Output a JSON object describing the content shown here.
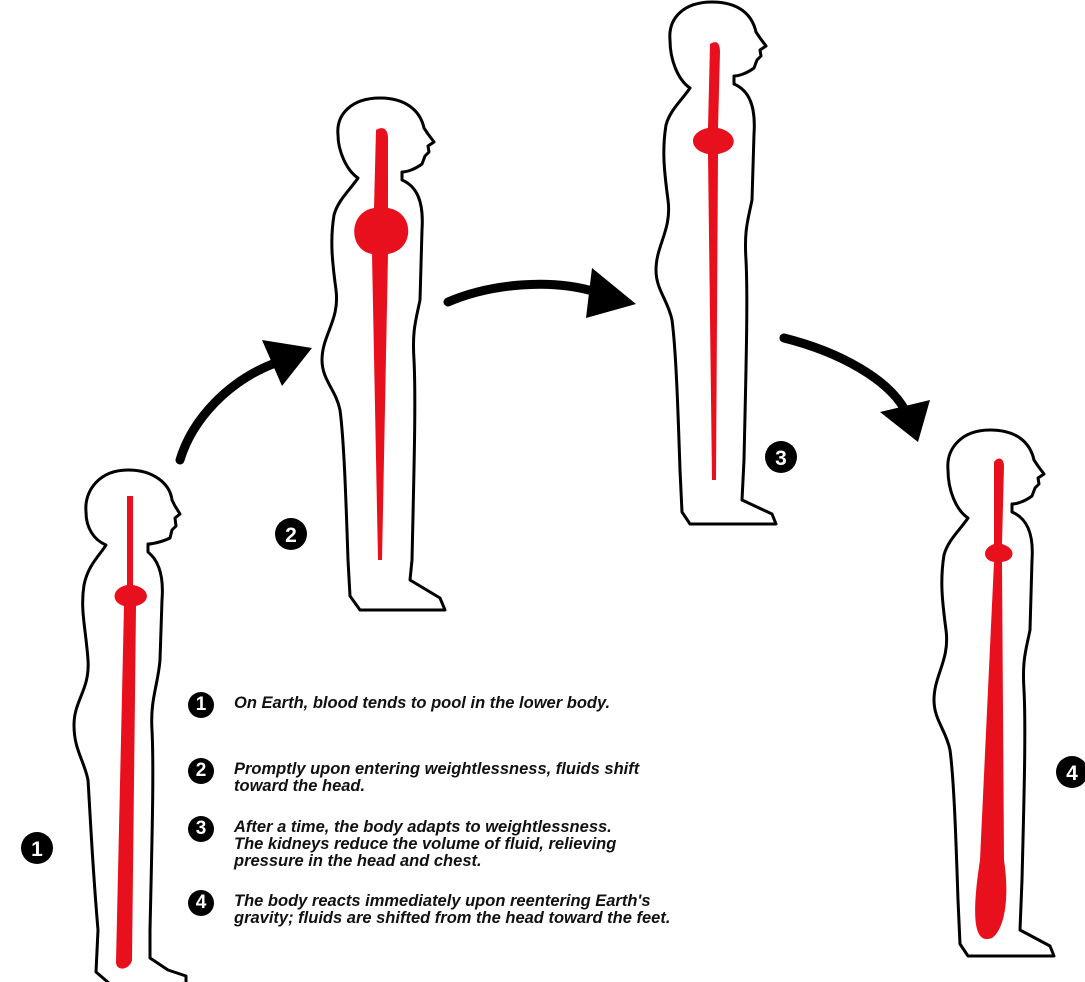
{
  "stages": [
    {
      "number": "1"
    },
    {
      "number": "2"
    },
    {
      "number": "3"
    },
    {
      "number": "4"
    }
  ],
  "legend": [
    {
      "number": "1",
      "text": "On Earth, blood tends to pool in the lower body."
    },
    {
      "number": "2",
      "text": "Promptly upon entering weightlessness, fluids shift\ntoward the head."
    },
    {
      "number": "3",
      "text": "After a time, the body adapts to weightlessness.\nThe kidneys reduce the volume of fluid, relieving\npressure in the head and chest."
    },
    {
      "number": "4",
      "text": "The body reacts immediately upon reentering Earth's\ngravity; fluids are shifted from the head toward the feet."
    }
  ],
  "colors": {
    "blood": "#e8101c",
    "outline": "#000000",
    "arrow": "#000000"
  }
}
